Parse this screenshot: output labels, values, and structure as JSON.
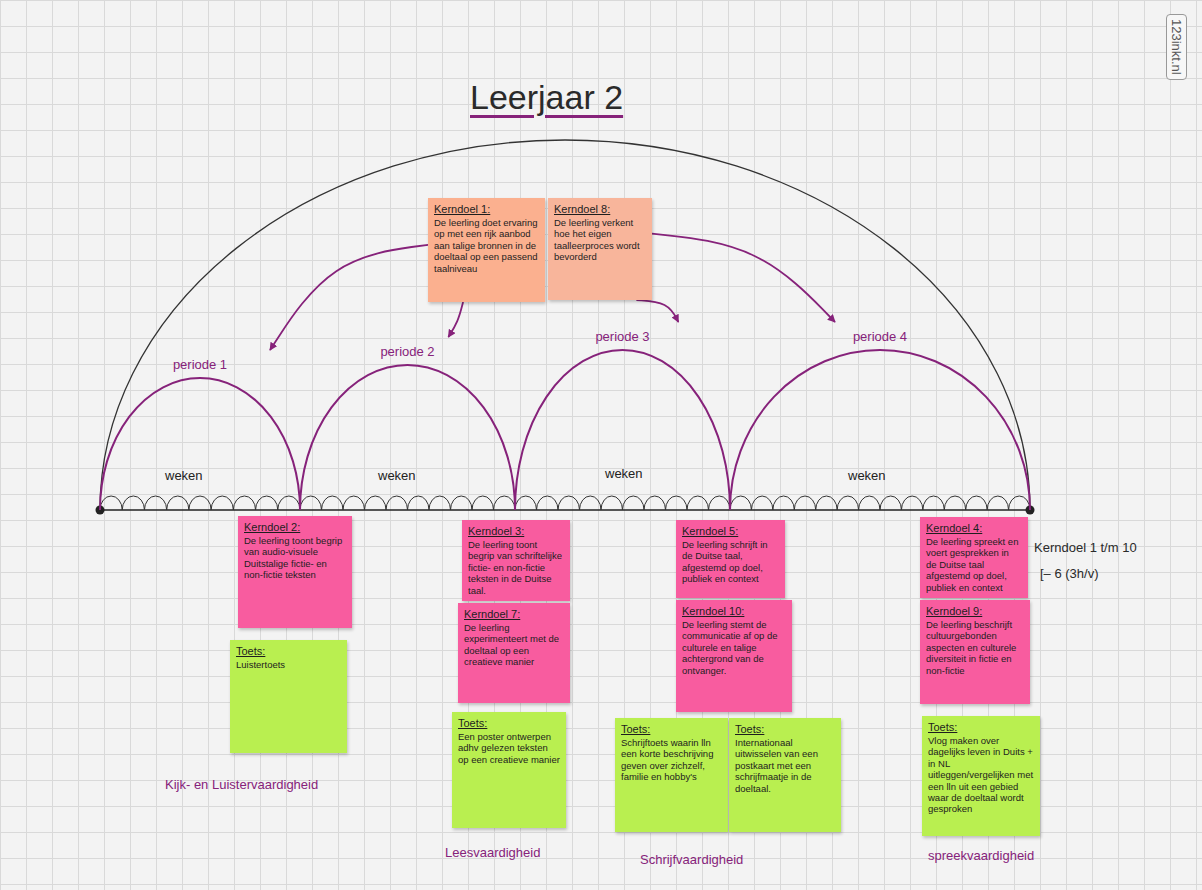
{
  "diagram": {
    "title": "Leerjaar 2",
    "nodes": [
      {
        "text": [
          "Kerndoel 1:",
          "De leerling doet ervaring op met een rijk aanbod aan talige bronnen in de doeltaal op een passend taalniveau"
        ]
      },
      {
        "text": [
          "Kerndoel 8:",
          "De leerling verkent hoe het eigen taalleerproces wordt bevorderd"
        ]
      },
      {
        "text": [
          "periode 1"
        ]
      },
      {
        "text": [
          "periode 2"
        ]
      },
      {
        "text": [
          "periode 3"
        ]
      },
      {
        "text": [
          "periode 4"
        ]
      },
      {
        "text": [
          "Kerndoel 2:",
          "De leerling toont begrip van audio-visuele Duitstalige fictie- en non-fictie teksten"
        ]
      },
      {
        "text": [
          "Toets:",
          "Luistertoets"
        ]
      },
      {
        "text": [
          "Kerndoel 3:",
          "De leerling toont begrip van schriftelijke fictie- en non-fictie teksten in de Duitse taal."
        ]
      },
      {
        "text": [
          "Kerndoel 7:",
          "De leerling experimenteert met de doeltaal op een creatieve manier"
        ]
      },
      {
        "text": [
          "Toets:",
          "Een poster ontwerpen adhv gelezen teksten op een creatieve manier"
        ]
      },
      {
        "text": [
          "Kerndoel 5:",
          "De leerling schrijft in de Duitse taal, afgestemd op doel, publiek en context"
        ]
      },
      {
        "text": [
          "Kerndoel 10:",
          "De leerling stemt de communicatie af op de culturele en talige achtergrond van de ontvanger."
        ]
      },
      {
        "text": [
          "Toets:",
          "Schrijftoets waarin lln een korte beschrijving geven over zichzelf, familie en hobby's"
        ]
      },
      {
        "text": [
          "Toets:",
          "Internationaal uitwisselen van een postkaart met een schrijfmaatje in de doeltaal."
        ]
      },
      {
        "text": [
          "Kerndoel 4:",
          "De leerling spreekt en voert gesprekken in de Duitse taal afgestemd op doel, publiek en context"
        ]
      },
      {
        "text": [
          "Kerndoel 9:",
          "De leerling beschrijft cultuurgebonden aspecten en culturele diversiteit in fictie en non-fictie"
        ]
      },
      {
        "text": [
          "Toets:",
          "Vlog maken over dagelijks leven in Duits + in NL uitleggen/vergelijken met een lln uit een gebied waar de doeltaal wordt gesproken"
        ]
      }
    ],
    "edges": [
      {
        "from": 0,
        "to": 2,
        "arrow": "to"
      },
      {
        "from": 0,
        "to": 3,
        "arrow": "to"
      },
      {
        "from": 1,
        "to": 4,
        "arrow": "to"
      },
      {
        "from": 1,
        "to": 5,
        "arrow": "to"
      }
    ],
    "labels": [
      "weken",
      "weken",
      "weken",
      "weken",
      "Kijk- en Luistervaardigheid",
      "Leesvaardigheid",
      "Schrijfvaardigheid",
      "spreekvaardigheid",
      "Kerndoel 1 t/m 10",
      "[– 6 (3h/v)",
      "123inkt.nl"
    ]
  }
}
